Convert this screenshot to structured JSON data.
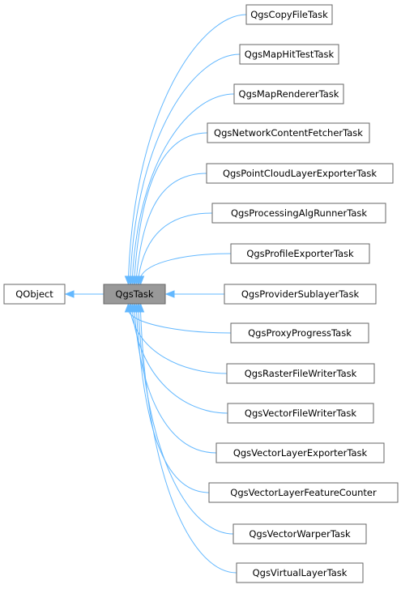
{
  "diagram": {
    "base": {
      "label": "QObject"
    },
    "current": {
      "label": "QgsTask"
    },
    "children": [
      {
        "label": "QgsCopyFileTask"
      },
      {
        "label": "QgsMapHitTestTask"
      },
      {
        "label": "QgsMapRendererTask"
      },
      {
        "label": "QgsNetworkContentFetcherTask"
      },
      {
        "label": "QgsPointCloudLayerExporterTask"
      },
      {
        "label": "QgsProcessingAlgRunnerTask"
      },
      {
        "label": "QgsProfileExporterTask"
      },
      {
        "label": "QgsProviderSublayerTask"
      },
      {
        "label": "QgsProxyProgressTask"
      },
      {
        "label": "QgsRasterFileWriterTask"
      },
      {
        "label": "QgsVectorFileWriterTask"
      },
      {
        "label": "QgsVectorLayerExporterTask"
      },
      {
        "label": "QgsVectorLayerFeatureCounter"
      },
      {
        "label": "QgsVectorWarperTask"
      },
      {
        "label": "QgsVirtualLayerTask"
      }
    ],
    "colors": {
      "edge": "#63b8ff",
      "border": "#666666",
      "current_fill": "#999999",
      "fill": "#ffffff"
    }
  }
}
